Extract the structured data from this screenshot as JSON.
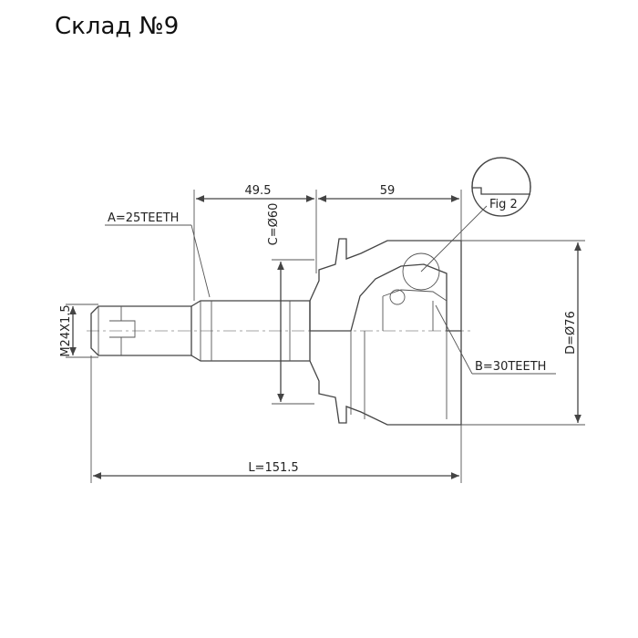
{
  "page": {
    "title": "Склад №9"
  },
  "drawing": {
    "dim_shaft_length": "49.5",
    "dim_body_length": "59",
    "dim_c_diameter": "C=Ø60",
    "dim_thread": "M24X1.5",
    "dim_d_diameter": "D=Ø76",
    "dim_total_length": "L=151.5",
    "label_a_teeth": "A=25TEETH",
    "label_b_teeth": "B=30TEETH",
    "label_fig": "Fig 2"
  }
}
